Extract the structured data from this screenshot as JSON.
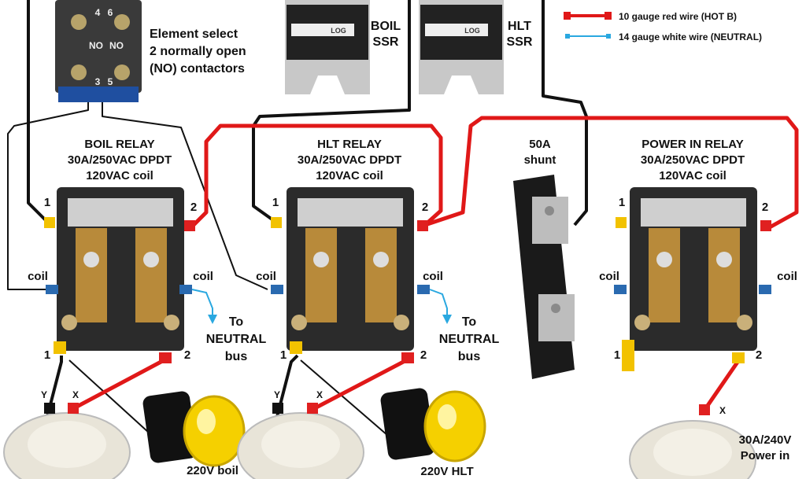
{
  "colors": {
    "hot_wire": "#e01818",
    "neutral_wire": "#2aa8e0",
    "signal_wire": "#111111",
    "relay_body": "#2b2b2b",
    "relay_plate": "#cfcfcf",
    "ssr_body": "#c8c8c8",
    "ssr_label": "#222222",
    "terminal_yellow": "#f2c200",
    "terminal_red": "#e02020",
    "lamp_yellow": "#f5d000"
  },
  "legend": {
    "items": [
      {
        "label": "10 gauge red wire (HOT B)",
        "color": "#e01818",
        "icon": "red-wire-icon"
      },
      {
        "label": "14 gauge white wire (NEUTRAL)",
        "color": "#2aa8e0",
        "icon": "blue-wire-icon"
      }
    ]
  },
  "contactor": {
    "label_line1": "Element select",
    "label_line2": "2 normally open",
    "label_line3": "(NO) contactors",
    "pins": [
      "4",
      "6",
      "3",
      "5"
    ],
    "no_marks": [
      "NO",
      "NO"
    ]
  },
  "ssrs": [
    {
      "label_line1": "BOIL",
      "label_line2": "SSR",
      "brand": "LOG"
    },
    {
      "label_line1": "HLT",
      "label_line2": "SSR",
      "brand": "LOG"
    }
  ],
  "relays": [
    {
      "title_line1": "BOIL RELAY",
      "title_line2": "30A/250VAC DPDT",
      "title_line3": "120VAC coil",
      "top_left_pin": "1",
      "top_right_pin": "2",
      "coil_left": "coil",
      "coil_right": "coil",
      "bottom_left_pin": "1",
      "bottom_right_pin": "2",
      "neutral_note_line1": "To",
      "neutral_note_line2": "NEUTRAL",
      "neutral_note_line3": "bus"
    },
    {
      "title_line1": "HLT RELAY",
      "title_line2": "30A/250VAC DPDT",
      "title_line3": "120VAC coil",
      "top_left_pin": "1",
      "top_right_pin": "2",
      "coil_left": "coil",
      "coil_right": "coil",
      "bottom_left_pin": "1",
      "bottom_right_pin": "2",
      "neutral_note_line1": "To",
      "neutral_note_line2": "NEUTRAL",
      "neutral_note_line3": "bus"
    },
    {
      "title_line1": "POWER IN RELAY",
      "title_line2": "30A/250VAC DPDT",
      "title_line3": "120VAC coil",
      "top_left_pin": "1",
      "top_right_pin": "2",
      "coil_left": "coil",
      "coil_right": "coil",
      "bottom_left_pin": "1",
      "bottom_right_pin": "2"
    }
  ],
  "shunt": {
    "label_line1": "50A",
    "label_line2": "shunt"
  },
  "outlets": [
    {
      "y_mark": "Y",
      "x_mark": "X",
      "caption": "220V boil"
    },
    {
      "y_mark": "Y",
      "x_mark": "X",
      "caption": "220V HLT"
    },
    {
      "x_mark": "X",
      "caption_line1": "30A/240V",
      "caption_line2": "Power in"
    }
  ]
}
